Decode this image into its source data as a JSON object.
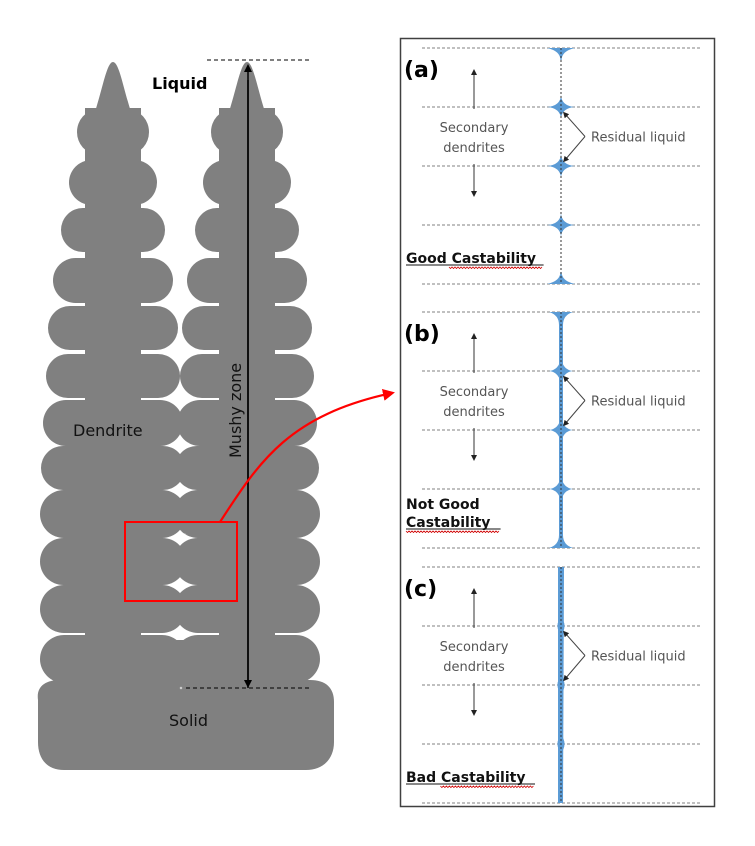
{
  "left": {
    "labels": {
      "liquid": "Liquid",
      "dendrite": "Dendrite",
      "mushy_zone": "Mushy zone",
      "solid": "Solid"
    },
    "colors": {
      "dendrite": "#808080",
      "highlight": "#ff0000",
      "arrow": "#000000"
    }
  },
  "panels": [
    {
      "id": "a",
      "tag": "(a)",
      "secondary_label_1": "Secondary",
      "secondary_label_2": "dendrites",
      "residual_label": "Residual liquid",
      "castability_lines": [
        "Good Castability"
      ],
      "liquid_width": "wide"
    },
    {
      "id": "b",
      "tag": "(b)",
      "secondary_label_1": "Secondary",
      "secondary_label_2": "dendrites",
      "residual_label": "Residual liquid",
      "castability_lines": [
        "Not Good",
        "Castability"
      ],
      "liquid_width": "medium"
    },
    {
      "id": "c",
      "tag": "(c)",
      "secondary_label_1": "Secondary",
      "secondary_label_2": "dendrites",
      "residual_label": "Residual liquid",
      "castability_lines": [
        "Bad Castability"
      ],
      "liquid_width": "narrow"
    }
  ],
  "colors": {
    "residual_liquid": "#5b9bd5",
    "panel_border": "#404040",
    "dashed": "#808080",
    "spellcheck": "#d00000"
  }
}
